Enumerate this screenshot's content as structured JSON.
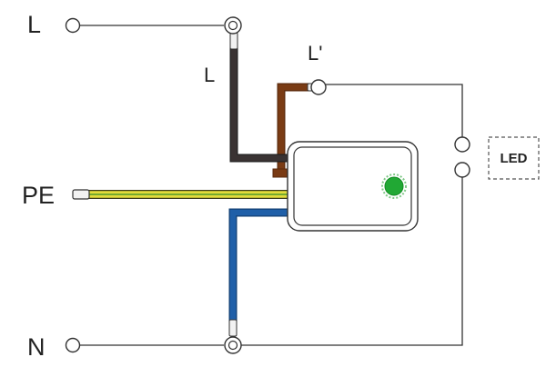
{
  "terminals": {
    "l_in": "L",
    "pe_in": "PE",
    "n_in": "N",
    "l_wire": "L",
    "l_out": "L'"
  },
  "load": {
    "label": "LED"
  },
  "colors": {
    "line_wire": "#3a3333",
    "load_wire": "#7a3b14",
    "neutral_wire": "#1f5fa8",
    "earth_yellow": "#e2dc3a",
    "earth_green": "#4e9a2a",
    "indicator": "#21a834",
    "outline": "#333333"
  }
}
